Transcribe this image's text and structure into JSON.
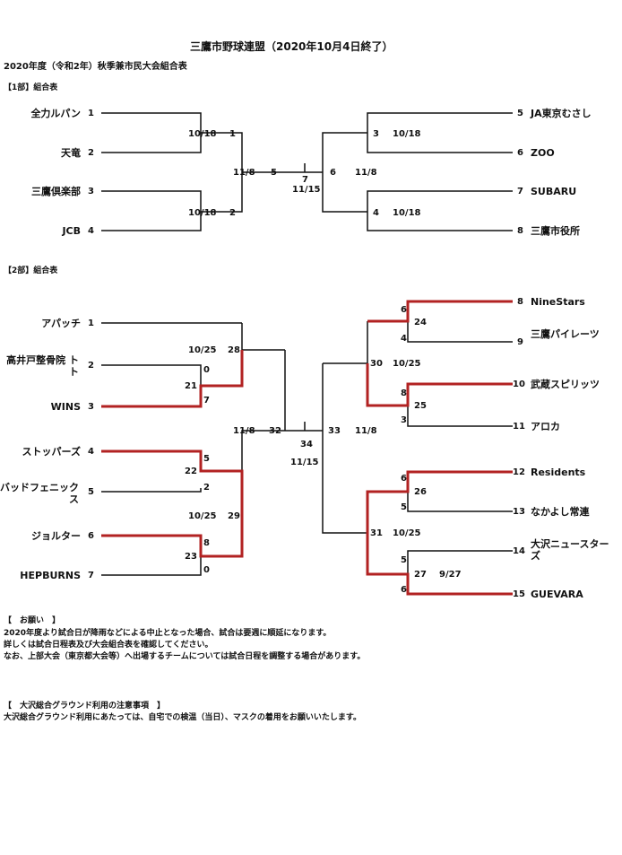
{
  "title": "三鷹市野球連盟（2020年10月4日終了）",
  "subtitle": "2020年度（令和2年）秋季兼市民大会組合表",
  "division1": {
    "label": "【1部】組合表",
    "teams": [
      {
        "seed": "1",
        "name": "全力ルパン"
      },
      {
        "seed": "2",
        "name": "天竜"
      },
      {
        "seed": "3",
        "name": "三鷹倶楽部"
      },
      {
        "seed": "4",
        "name": "JCB"
      },
      {
        "seed": "5",
        "name": "JA東京むさし"
      },
      {
        "seed": "6",
        "name": "ZOO"
      },
      {
        "seed": "7",
        "name": "SUBARU"
      },
      {
        "seed": "8",
        "name": "三鷹市役所"
      }
    ],
    "games": [
      {
        "no": "1",
        "date": "10/18"
      },
      {
        "no": "2",
        "date": "10/18"
      },
      {
        "no": "3",
        "date": "10/18"
      },
      {
        "no": "4",
        "date": "10/18"
      },
      {
        "no": "5",
        "date": "11/8"
      },
      {
        "no": "6",
        "date": "11/8"
      },
      {
        "no": "7",
        "date": "11/15"
      }
    ]
  },
  "division2": {
    "label": "【2部】組合表",
    "teams": [
      {
        "seed": "1",
        "name": "アパッチ"
      },
      {
        "seed": "2",
        "name": "高井戸整骨院 トト"
      },
      {
        "seed": "3",
        "name": "WINS"
      },
      {
        "seed": "4",
        "name": "ストッパーズ"
      },
      {
        "seed": "5",
        "name": "バッドフェニックス"
      },
      {
        "seed": "6",
        "name": "ジョルター"
      },
      {
        "seed": "7",
        "name": "HEPBURNS"
      },
      {
        "seed": "8",
        "name": "NineStars"
      },
      {
        "seed": "9",
        "name": "三鷹パイレーツ"
      },
      {
        "seed": "10",
        "name": "武蔵スピリッツ"
      },
      {
        "seed": "11",
        "name": "アロカ"
      },
      {
        "seed": "12",
        "name": "Residents"
      },
      {
        "seed": "13",
        "name": "なかよし常連"
      },
      {
        "seed": "14",
        "name": "大沢ニュースターズ"
      },
      {
        "seed": "15",
        "name": "GUEVARA"
      }
    ],
    "games": [
      {
        "no": "21"
      },
      {
        "no": "22"
      },
      {
        "no": "23"
      },
      {
        "no": "24"
      },
      {
        "no": "25"
      },
      {
        "no": "26"
      },
      {
        "no": "27",
        "date": "9/27"
      },
      {
        "no": "28",
        "date": "10/25"
      },
      {
        "no": "29",
        "date": "10/25"
      },
      {
        "no": "30",
        "date": "10/25"
      },
      {
        "no": "31",
        "date": "10/25"
      },
      {
        "no": "32",
        "date": "11/8"
      },
      {
        "no": "33",
        "date": "11/8"
      },
      {
        "no": "34",
        "date": "11/15"
      }
    ],
    "scores": {
      "g21_top": "0",
      "g21_bottom": "7",
      "g22_top": "5",
      "g22_bottom": "2",
      "g23_top": "8",
      "g23_bottom": "0",
      "g24_top": "6",
      "g24_bottom": "4",
      "g25_top": "8",
      "g25_bottom": "3",
      "g26_top": "6",
      "g26_bottom": "5",
      "g27_top": "5",
      "g27_bottom": "6"
    },
    "winner_color": "#b22222"
  },
  "notice1": {
    "heading": "【　お願い　】",
    "lines": [
      "2020年度より試合日が降雨などによる中止となった場合、試合は要週に順延になります。",
      "詳しくは試合日程表及び大会組合表を確認してください。",
      "なお、上部大会（東京都大会等）へ出場するチームについては試合日程を調整する場合があります。"
    ]
  },
  "notice2": {
    "heading": "【　大沢総合グラウンド利用の注意事項　】",
    "lines": [
      "大沢総合グラウンド利用にあたっては、自宅での検温（当日）、マスクの着用をお願いいたします。"
    ]
  }
}
